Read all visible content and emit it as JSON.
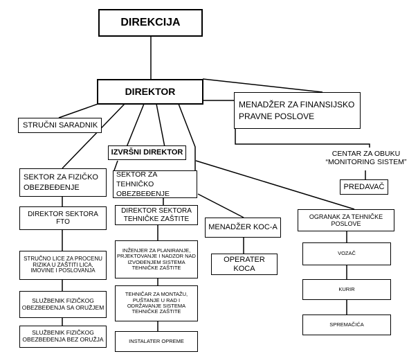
{
  "boxes": {
    "direkcija": "DIREKCIJA",
    "direktor": "DIREKTOR",
    "strucni_saradnik": "STRUČNI SARADNIK",
    "menadzer_finansije": "MENADŽER ZA FINANSIJSKO PRAVNE POSLOVE",
    "izvrsni_direktor": "IZVRŠNI DIREKTOR",
    "centar_obuka": "CENTAR ZA OBUKU “MONITORING SISTEM”",
    "predavac": "PREDAVAČ",
    "sektor_fizicko": "SEKTOR ZA FIZIČKO OBEZBEĐENJE",
    "sektor_tehnicko": "SEKTOR ZA TEHNIČKO OBEZBEĐENJE",
    "direktor_fto": "DIREKTOR SEKTORA FTO",
    "direktor_tehnicke": "DIREKTOR SEKTORA TEHNIČKE ZAŠTITE",
    "menadzer_koc": "MENADŽER KOC-A",
    "ogranak": "OGRANAK ZA TEHNIČKE POSLOVE",
    "strucno_lice": "STRUČNO LICE ZA PROCENU RIZIKA U ZAŠTITI LICA, IMOVINE I POSLOVANJA",
    "inzenjer": "INŽENJER ZA PLANIRANJE, PRJEKTOVANJE I NADZOR NAD IZVOĐENJEM SISTEMA TEHNIČKE ZAŠTITE",
    "operater_koca": "OPERATER KOCA",
    "vozac": "VOZAČ",
    "sluzbenik_oruzje": "SLUŽBENIK FIZIČKOG OBEZBEĐENJA SA ORUŽJEM",
    "tehnicar": "TEHNIČAR ZA MONTAŽU, PUŠTANJE U RAD I ODRŽAVANJE SISTEMA TEHNIČKE ZAŠTITE",
    "kurir": "KURIR",
    "sluzbenik_bez": "SLUŽBENIK FIZIČKOG OBEZBEĐENJA BEZ ORUŽJA",
    "instalater": "INSTALATER OPREME",
    "spremacica": "SPREMAČIĆA"
  },
  "colors": {
    "line": "#000000",
    "box_border": "#000000",
    "background": "#ffffff"
  }
}
